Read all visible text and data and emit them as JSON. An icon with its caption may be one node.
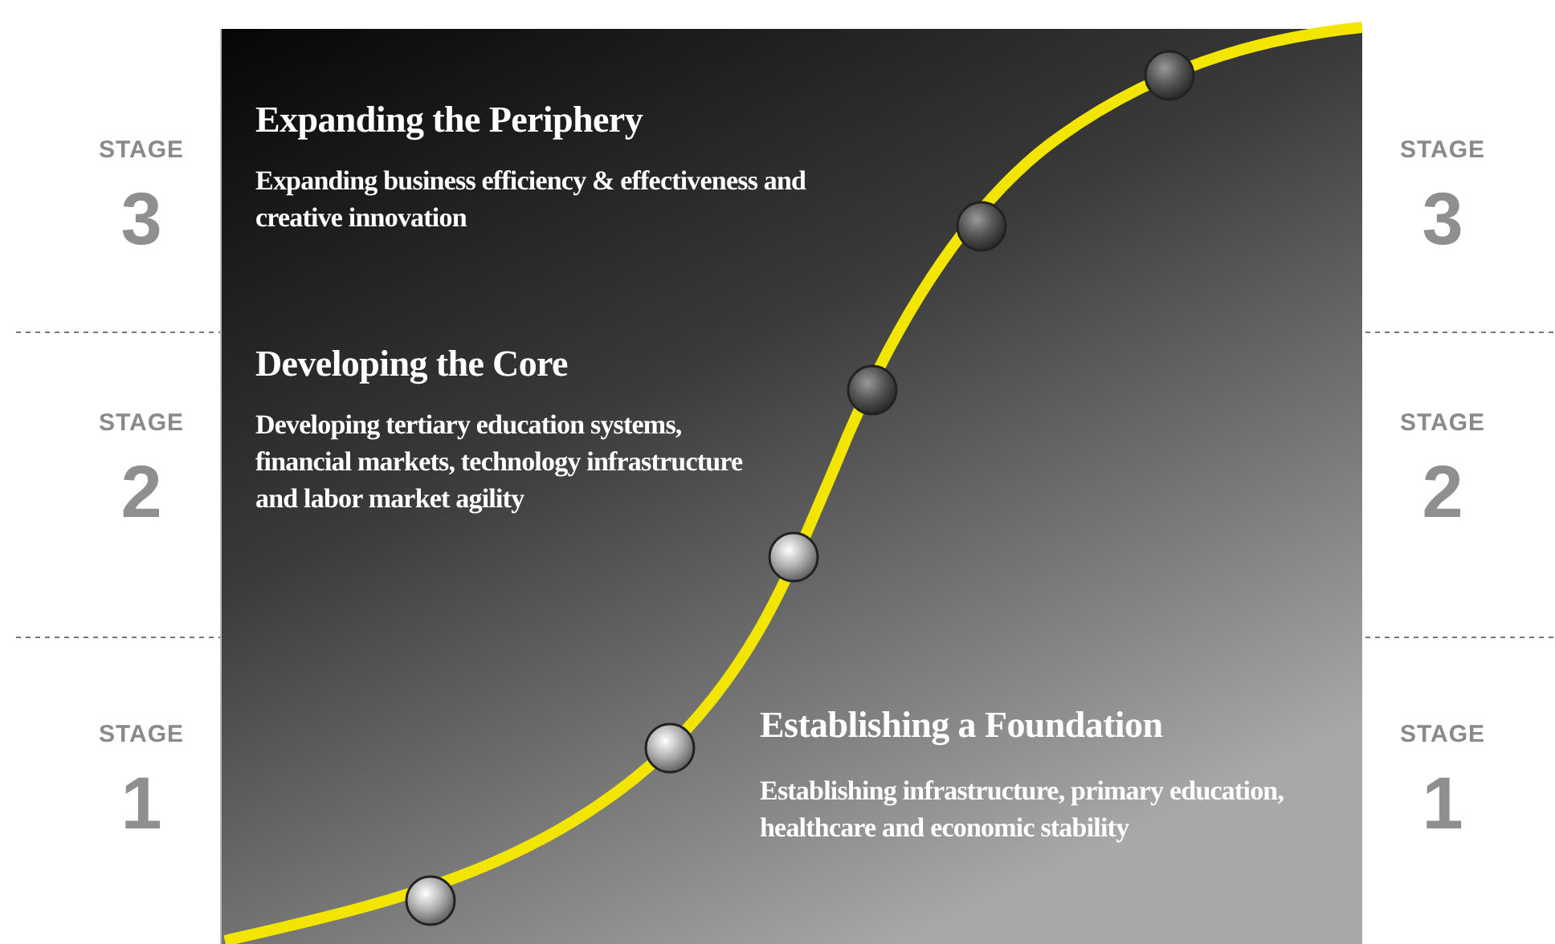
{
  "diagram": {
    "labels": [
      "Expanding the Periphery",
      "Expanding business efficiency & effectiveness and creative innovation",
      "STAGE",
      "3",
      "STAGE",
      "3",
      "Developing the Core",
      "Developing tertiary education systems, financial markets, technology infrastructure and labor market agility",
      "STAGE",
      "2",
      "STAGE",
      "2",
      "Establishing a Foundation",
      "Establishing infrastructure, primary education, healthcare and economic stability",
      "STAGE",
      "1",
      "STAGE",
      "1"
    ]
  }
}
